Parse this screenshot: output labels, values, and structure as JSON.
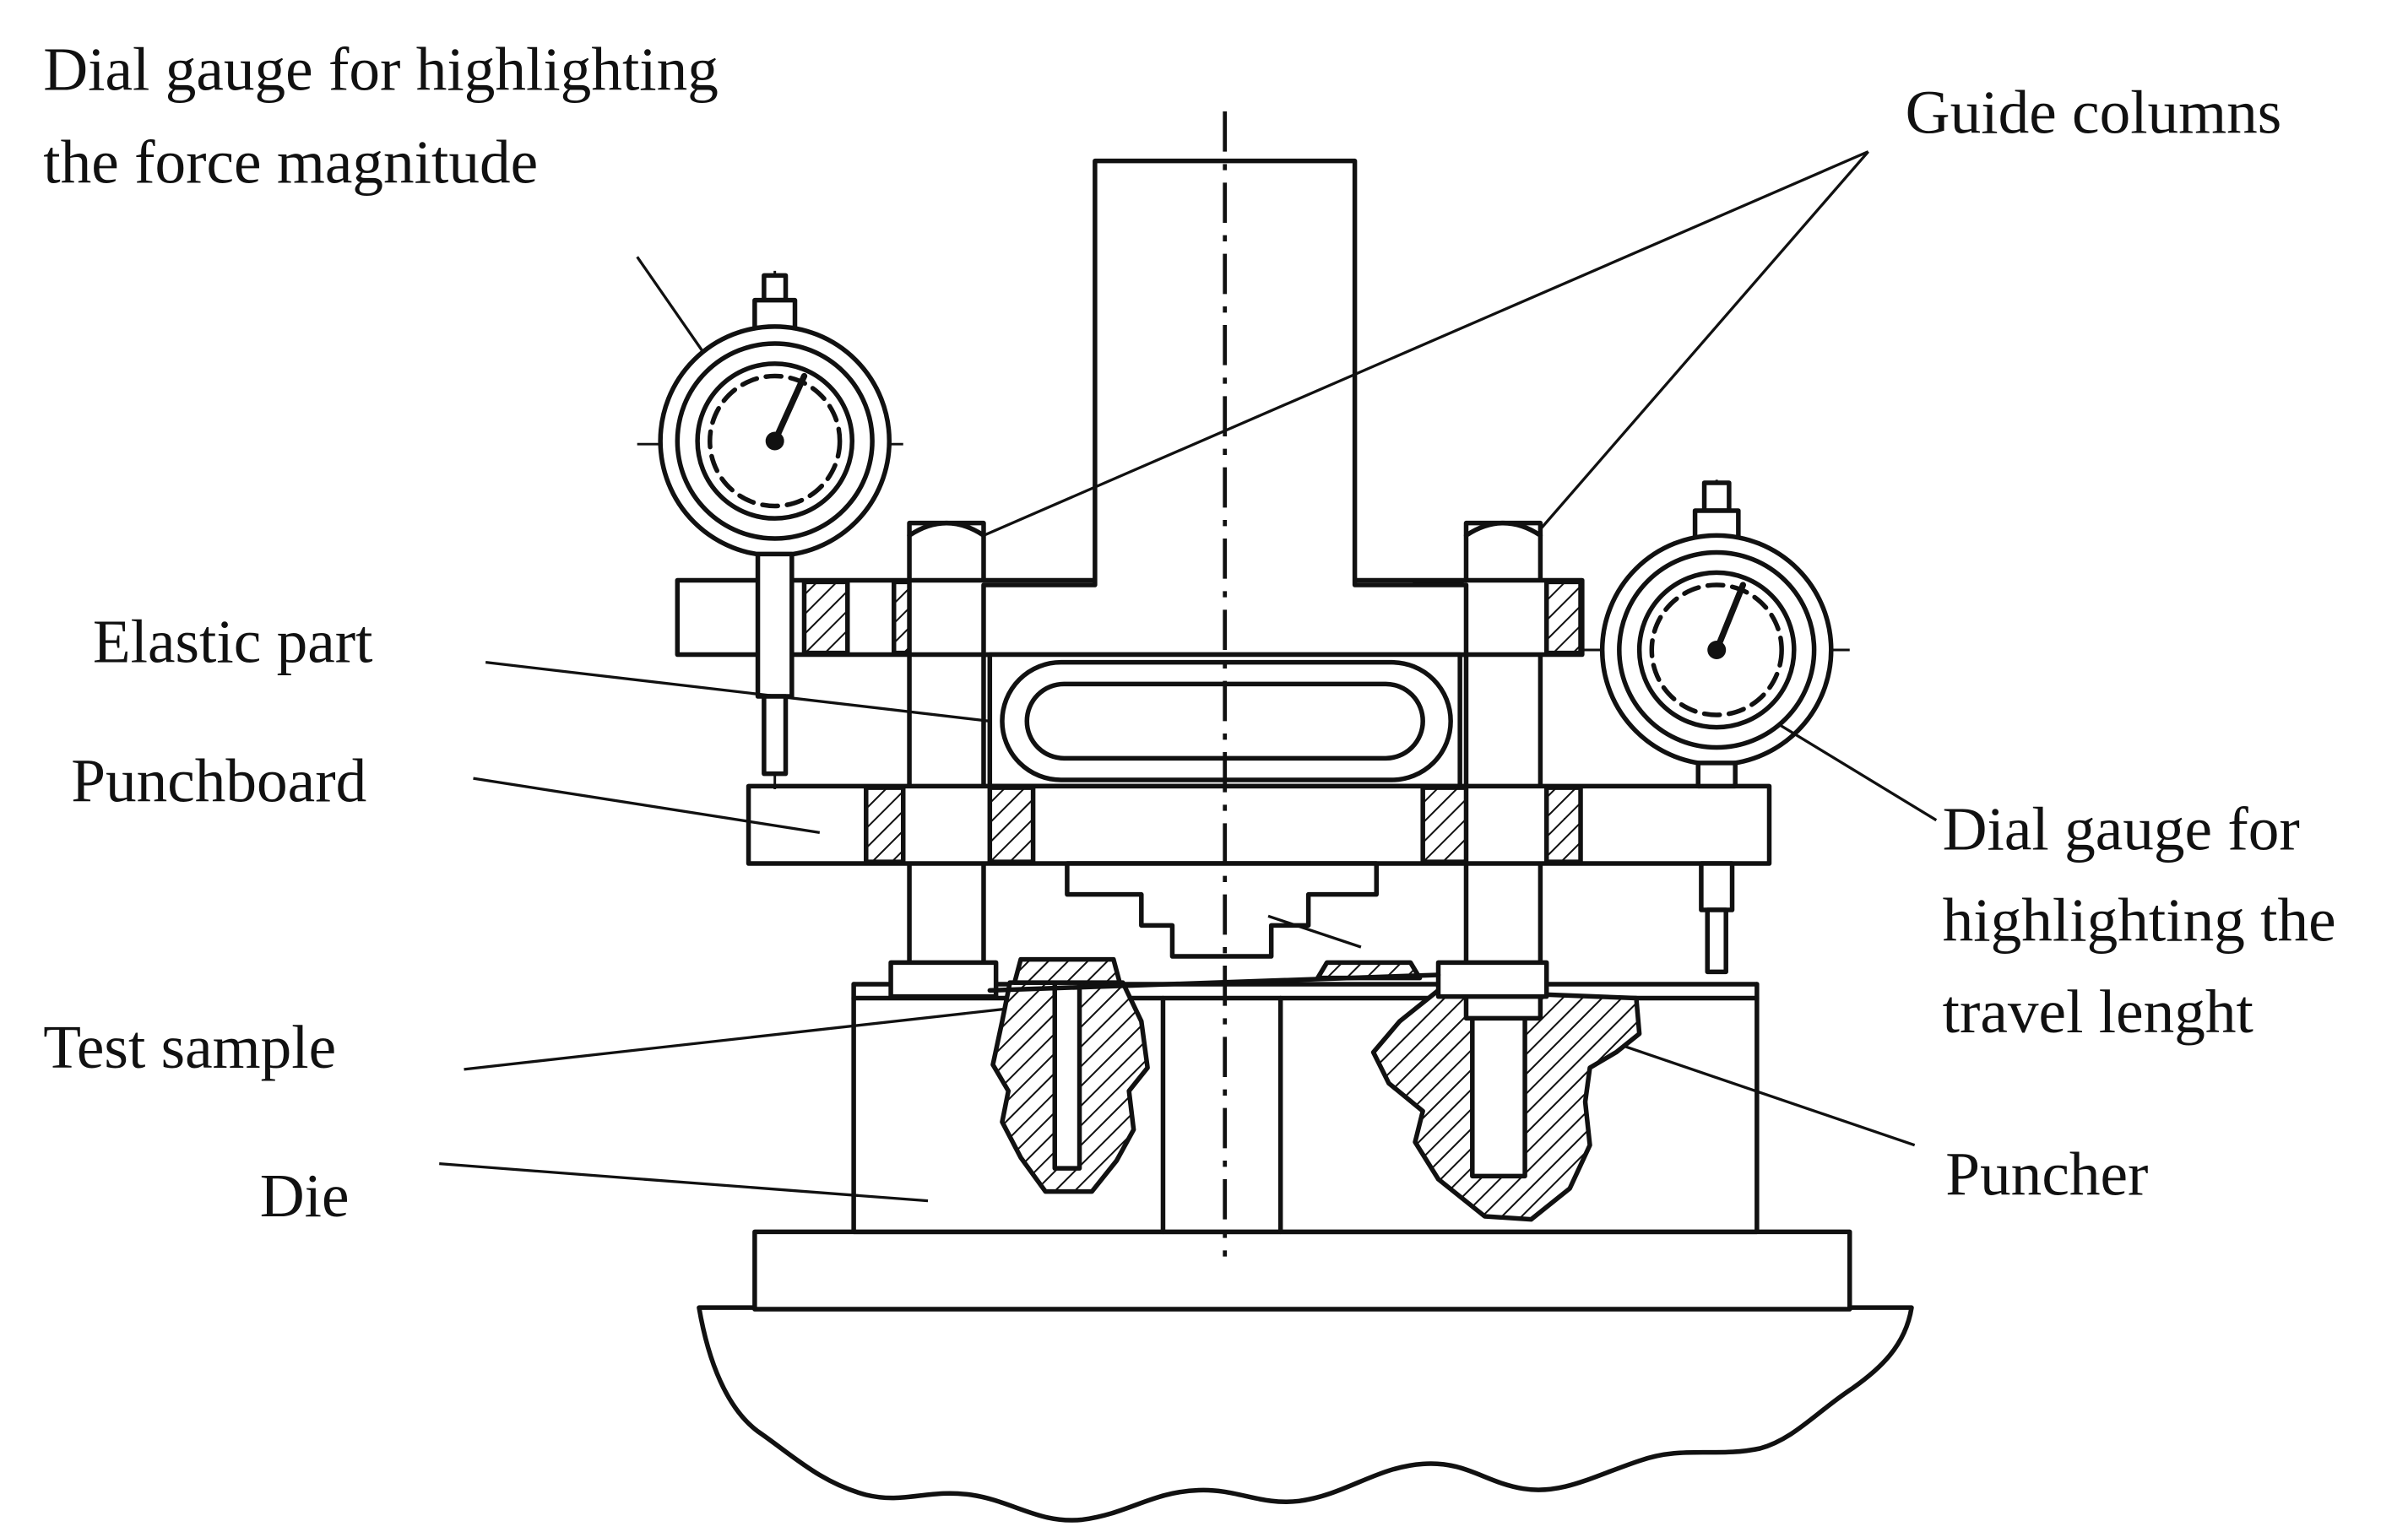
{
  "labels": {
    "force_gauge": [
      "Dial gauge for highlighting",
      "the force magnitude"
    ],
    "guide_columns": "Guide columns",
    "elastic_part": "Elastic part",
    "punchboard": "Punchboard",
    "test_sample": "Test sample",
    "die": "Die",
    "travel_gauge": [
      "Dial gauge for",
      "highlighting the",
      "travel lenght"
    ],
    "puncher": "Puncher"
  }
}
